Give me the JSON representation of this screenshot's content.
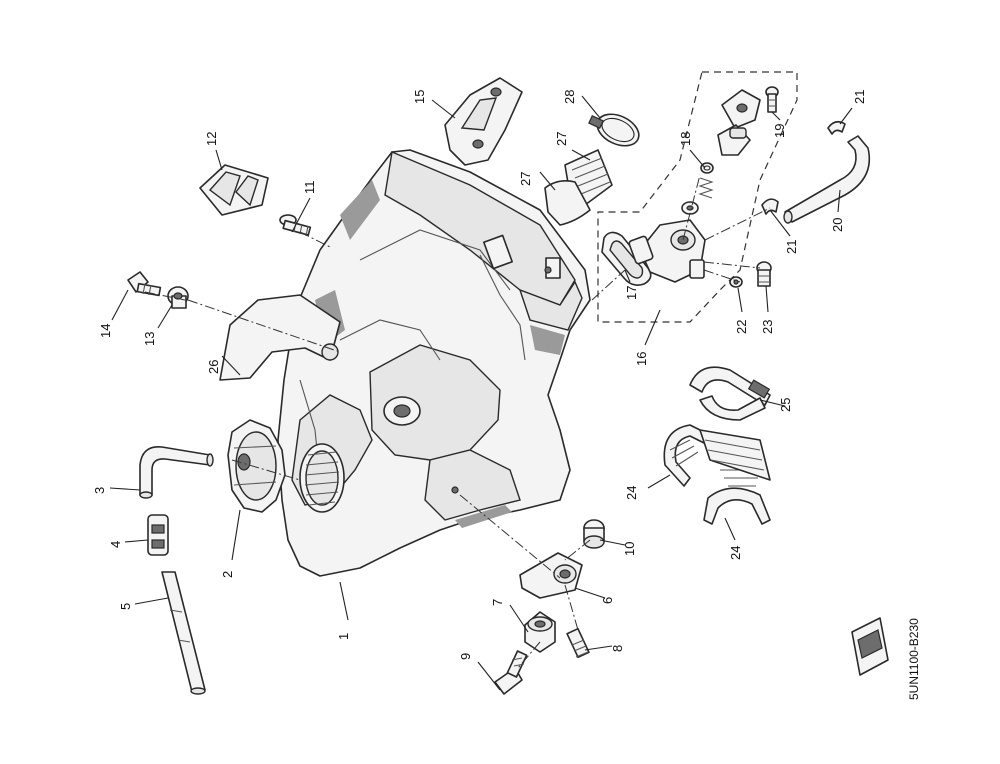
{
  "diagram_code": "5UN1100-B230",
  "callouts": [
    "1",
    "2",
    "3",
    "4",
    "5",
    "6",
    "7",
    "8",
    "9",
    "10",
    "11",
    "12",
    "13",
    "14",
    "15",
    "16",
    "17",
    "18",
    "19",
    "20",
    "21",
    "21",
    "22",
    "23",
    "24",
    "24",
    "25",
    "26",
    "27",
    "27",
    "28"
  ]
}
